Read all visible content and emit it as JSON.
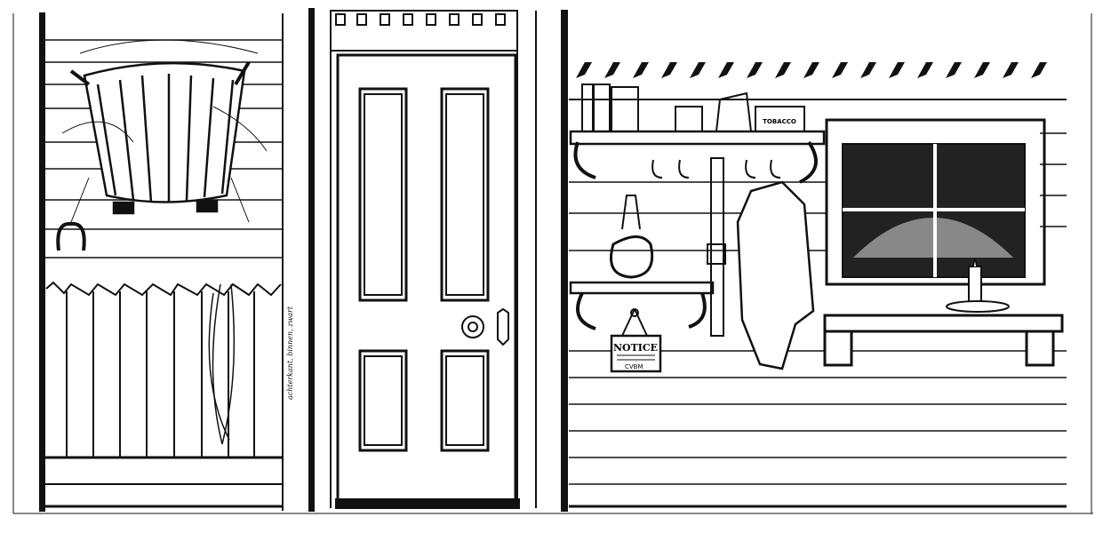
{
  "artwork": {
    "panels": [
      "hay-basket-fence",
      "wooden-door",
      "wall-shelf-window"
    ],
    "tobacco_label": "TOBACCO",
    "notice_sign_title": "NOTICE",
    "notice_sign_footer": "CVBM",
    "margin_note": "achterkant, binnen, zwart",
    "colors": {
      "ink": "#111111",
      "paper": "#ffffff"
    }
  }
}
